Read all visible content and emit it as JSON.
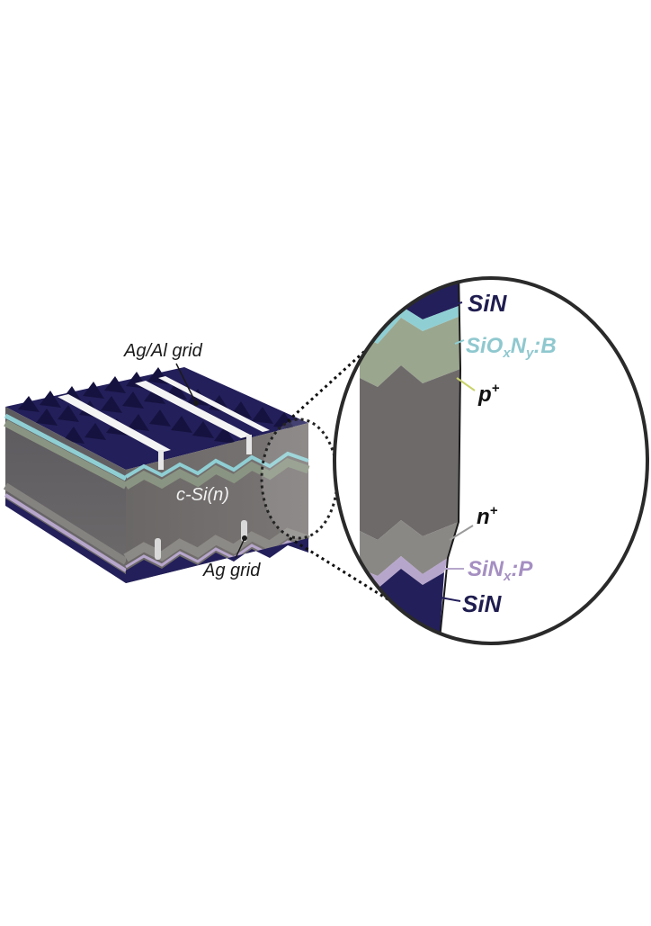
{
  "labels": {
    "top_grid": "Ag/Al grid",
    "bulk": "c-Si(n)",
    "bottom_grid": "Ag grid",
    "sin_top": "SiN",
    "sion_base": "SiO",
    "sion_x": "x",
    "sion_n": "N",
    "sion_y": "y",
    "sion_suffix": ":B",
    "p_base": "p",
    "p_sup": "+",
    "n_base": "n",
    "n_sup": "+",
    "sinx_base": "SiN",
    "sinx_x": "x",
    "sinx_suffix": ":P",
    "sin_bottom": "SiN"
  },
  "colors": {
    "sin": "#231f5a",
    "sion_b": "#8fcfd4",
    "p_plus": "#9aa68e",
    "bulk": "#6e6a6a",
    "n_plus": "#8a8885",
    "sinx_p": "#b7a6cc",
    "label_dark": "#1f1d4f",
    "label_teal": "#8fc8cf",
    "label_lilac": "#a58fc2"
  }
}
